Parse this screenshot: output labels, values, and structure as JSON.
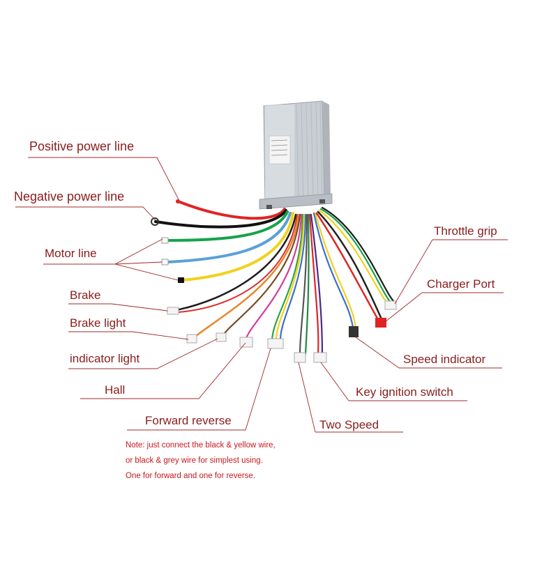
{
  "labels": {
    "positive_power_line": "Positive power line",
    "negative_power_line": "Negative power line",
    "motor_line": "Motor line",
    "brake": "Brake",
    "brake_light": "Brake light",
    "indicator_light": "indicator light",
    "hall": "Hall",
    "forward_reverse": "Forward reverse",
    "throttle_grip": "Throttle grip",
    "charger_port": "Charger Port",
    "speed_indicator": "Speed indicator",
    "key_ignition_switch": "Key ignition switch",
    "two_speed": "Two Speed"
  },
  "note": {
    "line1": "Note: just connect the black & yellow wire,",
    "line2": "or black & grey wire for simplest using.",
    "line3": "One for forward and one for reverse."
  },
  "colors": {
    "label_text": "#8a1c1c",
    "leader_line": "#a02828",
    "note_text": "#c8161d",
    "controller_body": "#d9dde2"
  }
}
